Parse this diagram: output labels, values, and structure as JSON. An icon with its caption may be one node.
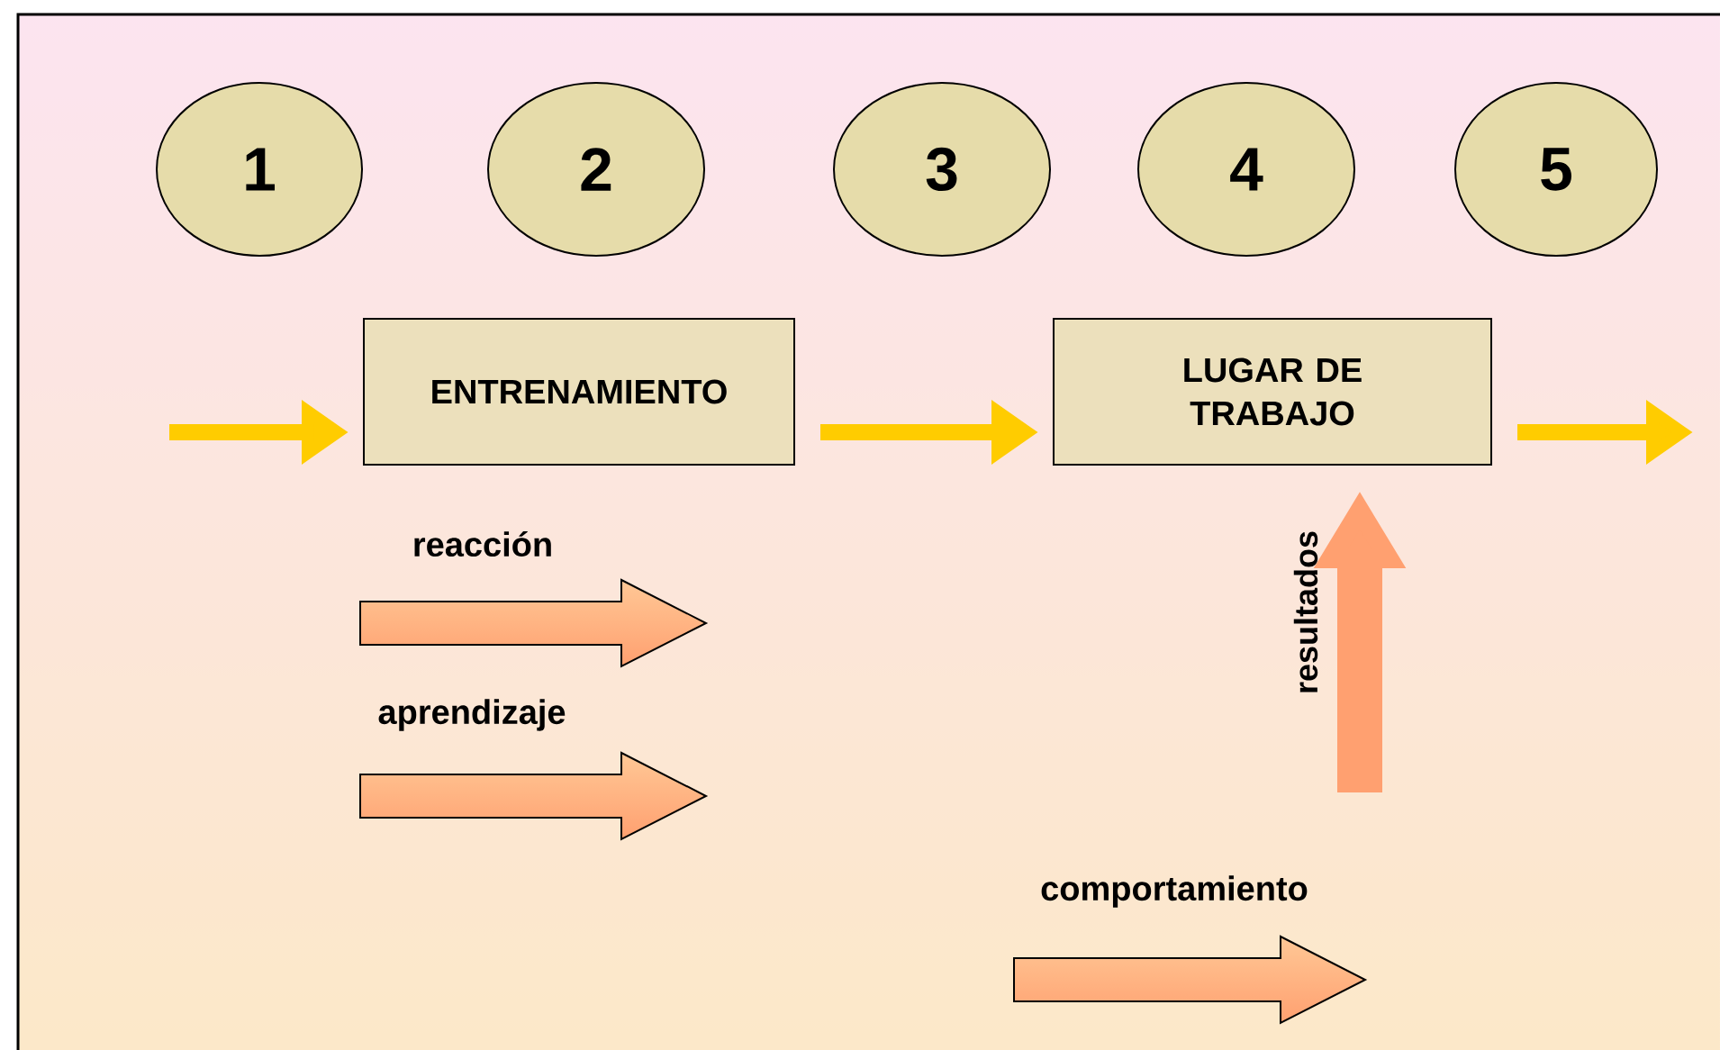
{
  "diagram": {
    "nodes": [
      {
        "text": [
          "1"
        ]
      },
      {
        "text": [
          "2"
        ]
      },
      {
        "text": [
          "3"
        ]
      },
      {
        "text": [
          "4"
        ]
      },
      {
        "text": [
          "5"
        ]
      },
      {
        "text": [
          "ENTRENAMIENTO"
        ]
      },
      {
        "text": [
          "LUGAR DE TRABAJO"
        ]
      }
    ],
    "edges": [
      {
        "from": null,
        "to": 5,
        "arrow": "to"
      },
      {
        "from": 5,
        "to": 6,
        "arrow": "to"
      },
      {
        "from": 6,
        "to": null,
        "arrow": "to"
      },
      {
        "from": null,
        "to": 6,
        "arrow": "to",
        "label": "resultados",
        "style": "thick",
        "color": "#ffa070"
      }
    ],
    "labels": [
      "reacción",
      "aprendizaje",
      "comportamiento"
    ]
  }
}
